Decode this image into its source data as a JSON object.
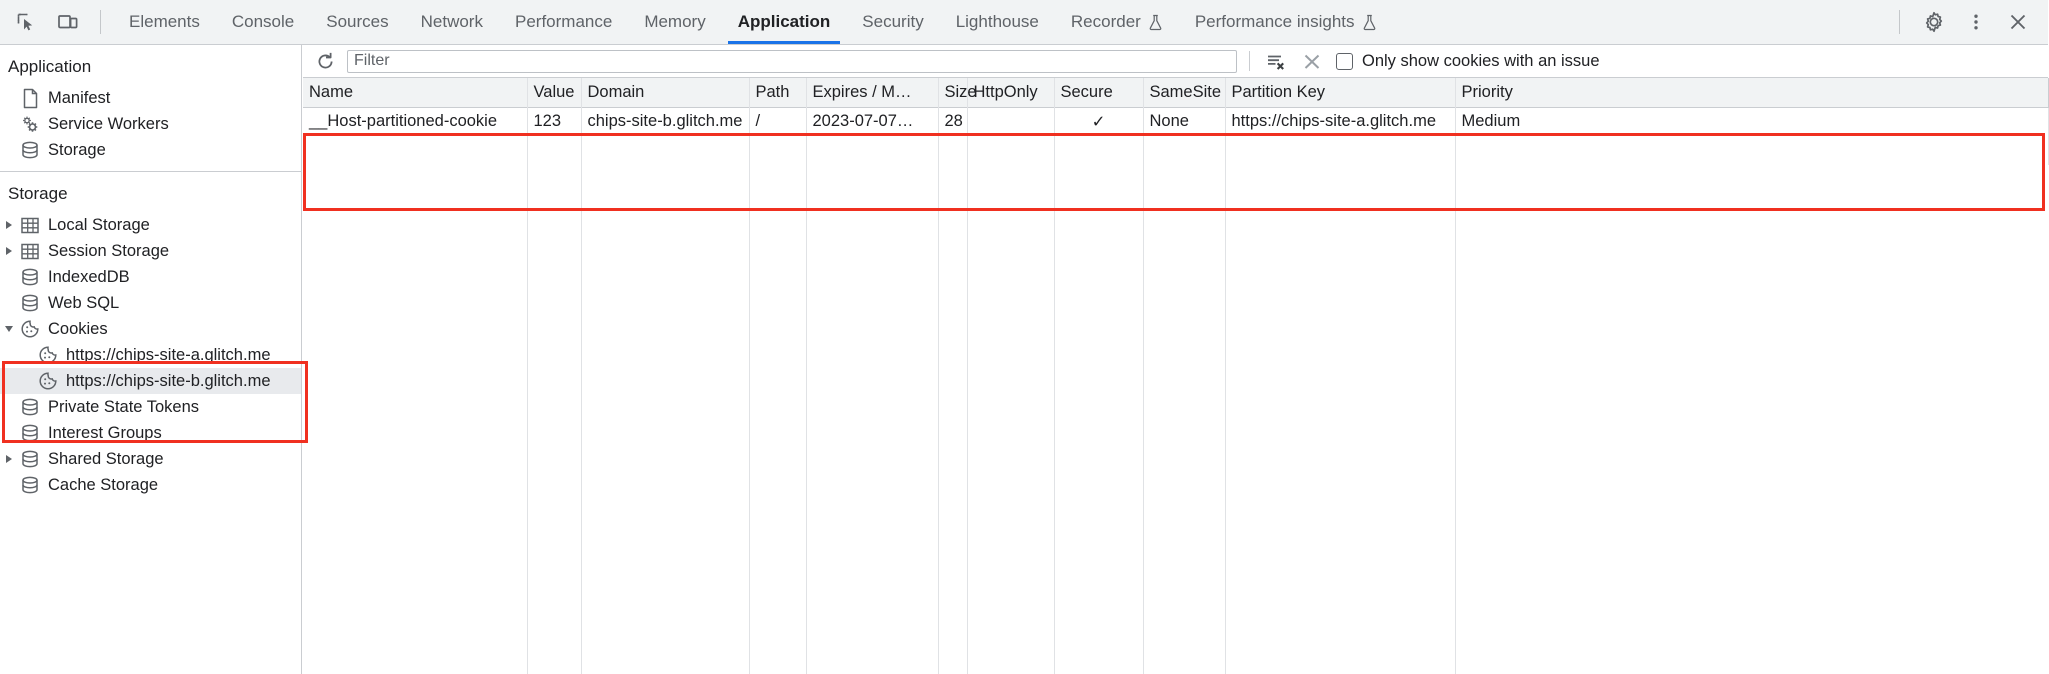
{
  "tabbar": {
    "left_icons": [
      {
        "name": "inspect-element-icon",
        "title": "Inspect"
      },
      {
        "name": "device-toolbar-icon",
        "title": "Toggle device toolbar"
      }
    ],
    "tabs": [
      {
        "label": "Elements",
        "active": false,
        "experimental": false
      },
      {
        "label": "Console",
        "active": false,
        "experimental": false
      },
      {
        "label": "Sources",
        "active": false,
        "experimental": false
      },
      {
        "label": "Network",
        "active": false,
        "experimental": false
      },
      {
        "label": "Performance",
        "active": false,
        "experimental": false
      },
      {
        "label": "Memory",
        "active": false,
        "experimental": false
      },
      {
        "label": "Application",
        "active": true,
        "experimental": false
      },
      {
        "label": "Security",
        "active": false,
        "experimental": false
      },
      {
        "label": "Lighthouse",
        "active": false,
        "experimental": false
      },
      {
        "label": "Recorder",
        "active": false,
        "experimental": true
      },
      {
        "label": "Performance insights",
        "active": false,
        "experimental": true
      }
    ],
    "right_icons": [
      {
        "name": "settings-gear-icon",
        "title": "Settings"
      },
      {
        "name": "more-options-kebab-icon",
        "title": "Customize and control DevTools"
      },
      {
        "name": "close-devtools-icon",
        "title": "Close DevTools"
      }
    ],
    "active_tab_underline_color": "#1a73e8"
  },
  "sidebar": {
    "application_section": {
      "title": "Application",
      "items": [
        {
          "label": "Manifest",
          "icon": "document-icon",
          "indent": 1,
          "arrow": "none",
          "selected": false
        },
        {
          "label": "Service Workers",
          "icon": "gears-icon",
          "indent": 1,
          "arrow": "none",
          "selected": false
        },
        {
          "label": "Storage",
          "icon": "database-icon",
          "indent": 1,
          "arrow": "none",
          "selected": false
        }
      ]
    },
    "storage_section": {
      "title": "Storage",
      "items": [
        {
          "label": "Local Storage",
          "icon": "table-icon",
          "indent": 1,
          "arrow": "collapsed",
          "selected": false
        },
        {
          "label": "Session Storage",
          "icon": "table-icon",
          "indent": 1,
          "arrow": "collapsed",
          "selected": false
        },
        {
          "label": "IndexedDB",
          "icon": "database-icon",
          "indent": 1,
          "arrow": "none",
          "selected": false
        },
        {
          "label": "Web SQL",
          "icon": "database-icon",
          "indent": 1,
          "arrow": "none",
          "selected": false
        },
        {
          "label": "Cookies",
          "icon": "cookie-icon",
          "indent": 1,
          "arrow": "expanded",
          "selected": false
        },
        {
          "label": "https://chips-site-a.glitch.me",
          "icon": "cookie-icon",
          "indent": 2,
          "arrow": "none",
          "selected": false
        },
        {
          "label": "https://chips-site-b.glitch.me",
          "icon": "cookie-icon",
          "indent": 2,
          "arrow": "none",
          "selected": true
        },
        {
          "label": "Private State Tokens",
          "icon": "database-icon",
          "indent": 1,
          "arrow": "none",
          "selected": false
        },
        {
          "label": "Interest Groups",
          "icon": "database-icon",
          "indent": 1,
          "arrow": "none",
          "selected": false
        },
        {
          "label": "Shared Storage",
          "icon": "database-icon",
          "indent": 1,
          "arrow": "collapsed",
          "selected": false
        },
        {
          "label": "Cache Storage",
          "icon": "database-icon",
          "indent": 1,
          "arrow": "none",
          "selected": false
        }
      ]
    }
  },
  "toolbar": {
    "refresh_icon": "refresh-icon",
    "filter_placeholder": "Filter",
    "filter_value": "",
    "clear_all_cookies_icon": "clear-all-cookies-icon",
    "delete_selected_icon": "delete-selected-cookie-icon",
    "issue_filter_label": "Only show cookies with an issue",
    "issue_filter_checked": false
  },
  "cookie_table": {
    "columns": [
      "Name",
      "Value",
      "Domain",
      "Path",
      "Expires / M…",
      "Size",
      "HttpOnly",
      "Secure",
      "SameSite",
      "Partition Key",
      "Priority"
    ],
    "rows": [
      {
        "Name": "__Host-partitioned-cookie",
        "Value": "123",
        "Domain": "chips-site-b.glitch.me",
        "Path": "/",
        "Expires": "2023-07-07…",
        "Size": "28",
        "HttpOnly": "",
        "Secure": "✓",
        "SameSite": "None",
        "PartitionKey": "https://chips-site-a.glitch.me",
        "Priority": "Medium"
      }
    ]
  },
  "annotations": {
    "highlight_color": "#f03020",
    "sidebar_highlight_target": "Cookies subtree",
    "table_highlight_target": "Cookie table header and row"
  }
}
